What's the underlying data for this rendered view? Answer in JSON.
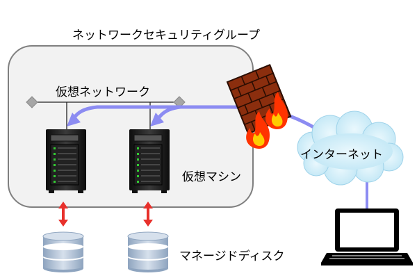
{
  "labels": {
    "nsg_title": "ネットワークセキュリティグループ",
    "vnet": "仮想ネットワーク",
    "vm": "仮想マシン",
    "internet": "インターネット",
    "disk": "マネージドディスク"
  },
  "colors": {
    "group_fill": "#f2f2f2",
    "group_stroke": "#7f7f7f",
    "arrow": "#8c8cf2",
    "double_arrow": "#e8302b",
    "server_body": "#1e1e1e",
    "server_led": "#33cc33",
    "cloud": "#c8ecf8",
    "brick": "#8b2e0e",
    "flame_outer": "#ff3300",
    "flame_inner": "#ffcc00",
    "disk_fill": "#b4c4d8",
    "laptop": "#000000"
  }
}
